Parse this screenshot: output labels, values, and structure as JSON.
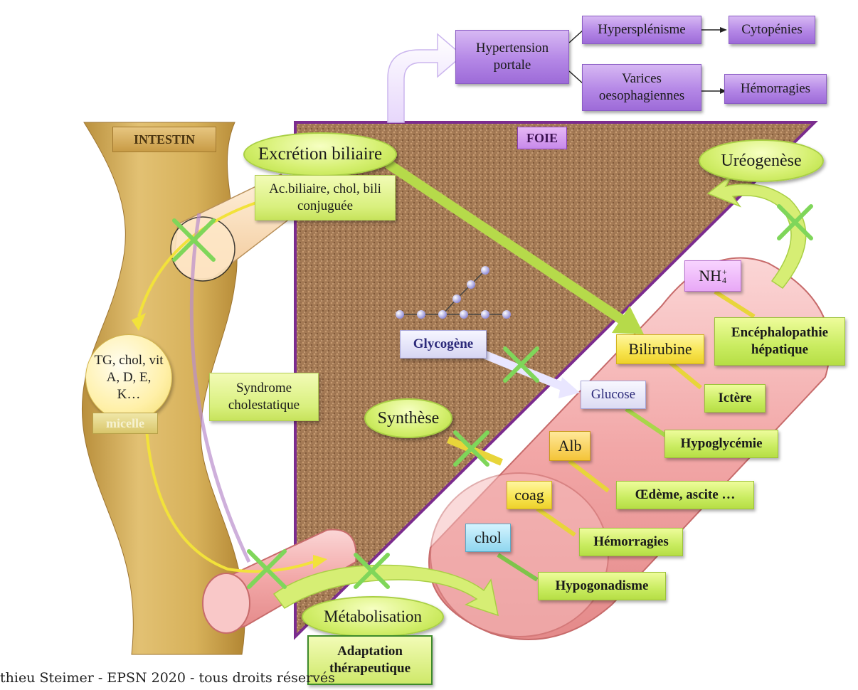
{
  "regions": {
    "intestin": "INTESTIN",
    "foie": "FOIE"
  },
  "portal": {
    "hypertension": "Hypertension portale",
    "hypersplenisme": "Hypersplénisme",
    "cytopenies": "Cytopénies",
    "varices": "Varices oesophagiennes",
    "hemorragies": "Hémorragies"
  },
  "bile": {
    "excretion": "Excrétion biliaire",
    "contents": "Ac.biliaire, chol, bili conjuguée",
    "micelle_contents": "TG, chol, vit A, D, E, K…",
    "micelle": "micelle",
    "syndrome": "Syndrome cholestatique"
  },
  "liver": {
    "glycogene": "Glycogène",
    "glucose": "Glucose",
    "hypoglycemie": "Hypoglycémie",
    "bilirubine": "Bilirubine",
    "ictere": "Ictère",
    "nh4": "NH",
    "nh4_sub": "4",
    "nh4_sup": "+",
    "encephalopathie": "Encéphalopathie hépatique",
    "ureogenese": "Uréogenèse",
    "synthese": "Synthèse",
    "alb": "Alb",
    "oedeme": "Œdème, ascite …",
    "coag": "coag",
    "hemorragies": "Hémorragies",
    "chol": "chol",
    "hypogonadisme": "Hypogonadisme",
    "metabolisation": "Métabolisation",
    "adaptation": "Adaptation thérapeutique"
  },
  "footer": "thieu Steimer - EPSN 2020 - tous droits réservés",
  "colors": {
    "intestin": "#d9b25c",
    "foie_border": "#7b2c8e",
    "vessel": "#f4b3b3",
    "arrow_yellow": "#f2e23a",
    "arrow_green": "#a9d64a",
    "cross": "#7ed957"
  }
}
